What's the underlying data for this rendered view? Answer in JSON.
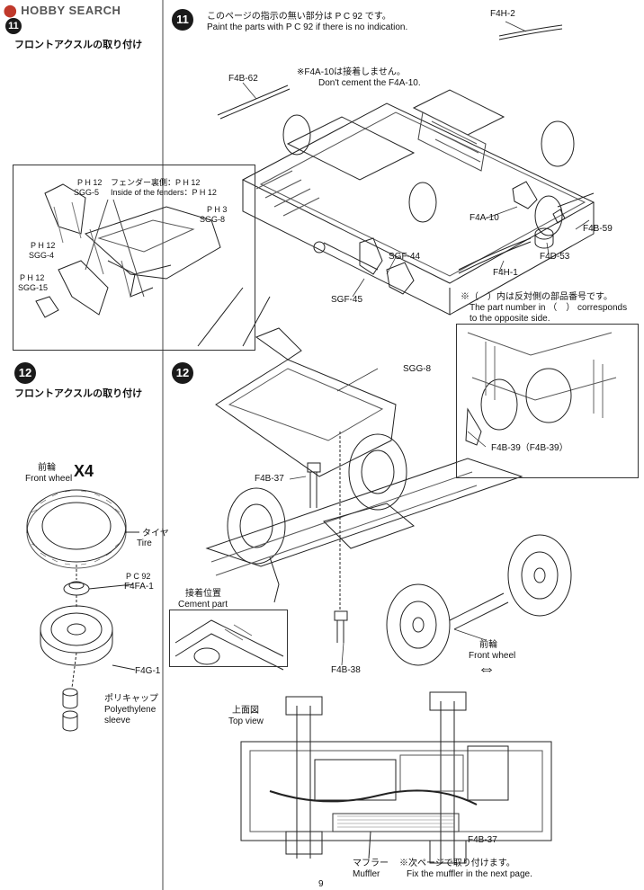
{
  "watermark": {
    "brand": "HOBBY SEARCH"
  },
  "left_column": {
    "step_11": {
      "number": "11",
      "title": "フロントアクスルの取り付け",
      "inset_labels": {
        "sgg5_code": "P H 12",
        "sgg5": "SGG-5",
        "fender_jp": "フェンダー裏側：P H 12",
        "fender_en": "Inside of the fenders：P H 12",
        "sgg8_code": "P H 3",
        "sgg8": "SGG-8",
        "sgg4_code": "P H 12",
        "sgg4": "SGG-4",
        "sgg15_code": "P H 12",
        "sgg15": "SGG-15"
      }
    },
    "step_12": {
      "number": "12",
      "title": "フロントアクスルの取り付け",
      "wheel_jp": "前輪",
      "wheel_en": "Front wheel",
      "wheel_qty": "X4",
      "tire_jp": "タイヤ",
      "tire_en": "Tire",
      "f4fa1_code": "P C 92",
      "f4fa1": "F4FA-1",
      "f4g1": "F4G-1",
      "sleeve_jp": "ポリキャップ",
      "sleeve_en1": "Polyethylene",
      "sleeve_en2": "sleeve"
    }
  },
  "right_column": {
    "step_11": {
      "number": "11",
      "note_jp": "このページの指示の無い部分は P C 92 です。",
      "note_en": "Paint the parts with P C 92 if there is no indication.",
      "cement_jp": "※F4A-10は接着しません。",
      "cement_en": "Don't cement the F4A-10.",
      "parts": {
        "f4h2": "F4H-2",
        "f4b62": "F4B-62",
        "f4a10": "F4A-10",
        "f4b59": "F4B-59",
        "f4d53": "F4D-53",
        "f4h1": "F4H-1",
        "sgf44": "SGF-44",
        "sgf45": "SGF-45"
      },
      "opposite_jp": "※（　）内は反対側の部品番号です。",
      "opposite_en1": "The part number in （　） corresponds",
      "opposite_en2": "to the opposite side."
    },
    "step_12": {
      "number": "12",
      "parts": {
        "sgg8": "SGG-8",
        "f4b39": "F4B-39（F4B-39）",
        "f4b37": "F4B-37",
        "f4b38": "F4B-38"
      },
      "cement_jp": "接着位置",
      "cement_en": "Cement part",
      "front_wheel_jp": "前輪",
      "front_wheel_en": "Front wheel",
      "top_view_jp": "上面図",
      "top_view_en": "Top view",
      "f4b37_top": "F4B-37",
      "muffler_jp": "マフラー",
      "muffler_en": "Muffler",
      "muffler_note_jp": "※次ページで取り付けます。",
      "muffler_note_en": "Fix the muffler in the next page."
    }
  },
  "page_number": "9"
}
